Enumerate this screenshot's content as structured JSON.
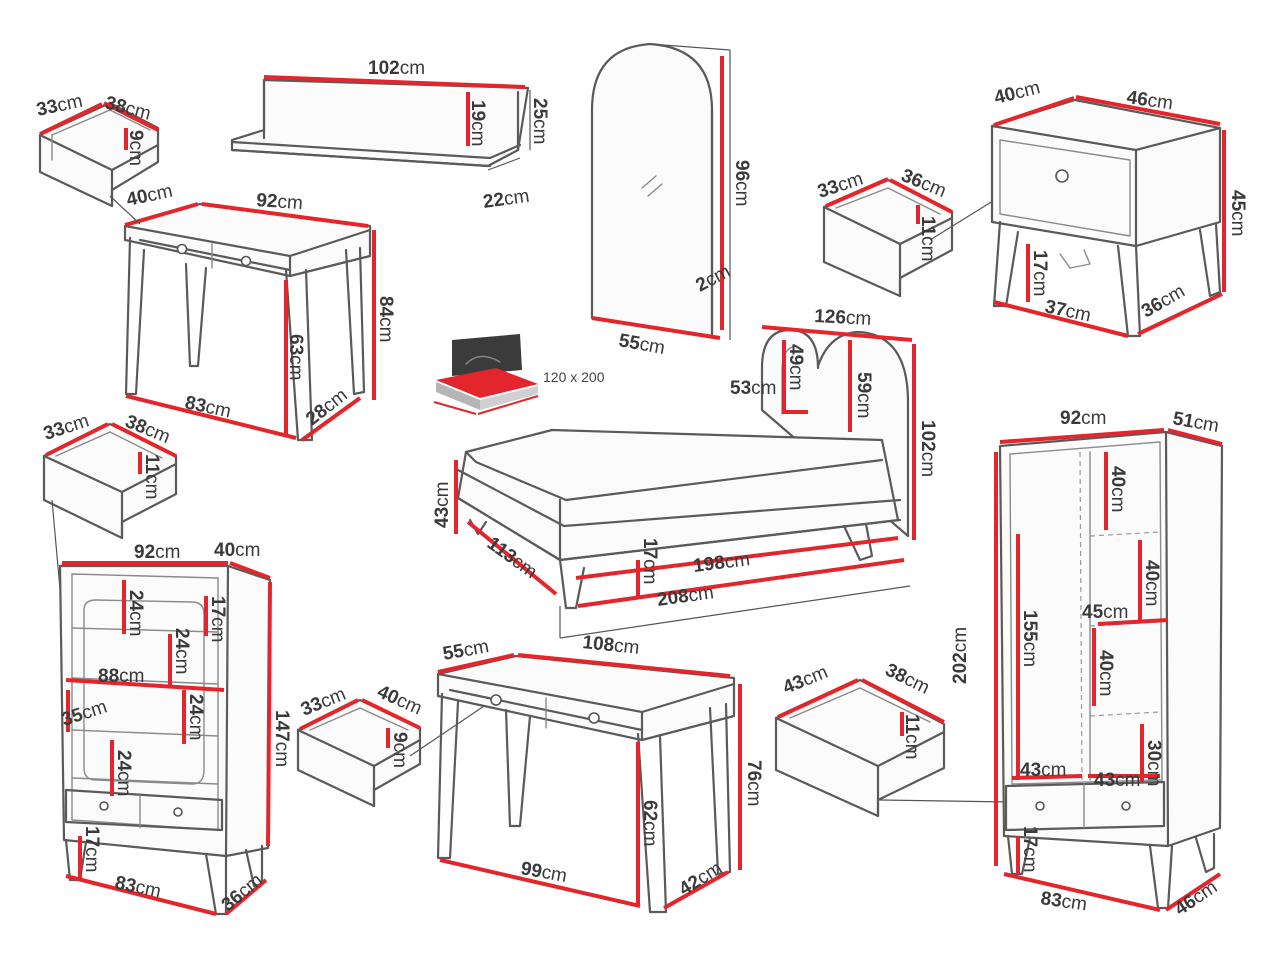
{
  "accent_color": "#e3262b",
  "mattress_size": "120 x 200",
  "labels": {
    "d1a": {
      "n": "33",
      "u": "cm"
    },
    "d1b": {
      "n": "38",
      "u": "cm"
    },
    "d1c": {
      "n": "9",
      "u": "cm"
    },
    "sh_w": {
      "n": "102",
      "u": "cm"
    },
    "sh_in": {
      "n": "19",
      "u": "cm"
    },
    "sh_h": {
      "n": "25",
      "u": "cm"
    },
    "sh_d": {
      "n": "22",
      "u": "cm"
    },
    "mi_h": {
      "n": "96",
      "u": "cm"
    },
    "mi_t": {
      "n": "2",
      "u": "cm"
    },
    "mi_w": {
      "n": "55",
      "u": "cm"
    },
    "d2a": {
      "n": "33",
      "u": "cm"
    },
    "d2b": {
      "n": "36",
      "u": "cm"
    },
    "d2c": {
      "n": "11",
      "u": "cm"
    },
    "ns_d": {
      "n": "40",
      "u": "cm"
    },
    "ns_w": {
      "n": "46",
      "u": "cm"
    },
    "ns_h": {
      "n": "45",
      "u": "cm"
    },
    "ns_leg": {
      "n": "17",
      "u": "cm"
    },
    "ns_bw": {
      "n": "37",
      "u": "cm"
    },
    "ns_bd": {
      "n": "36",
      "u": "cm"
    },
    "ds_d": {
      "n": "40",
      "u": "cm"
    },
    "ds_w": {
      "n": "92",
      "u": "cm"
    },
    "ds_h": {
      "n": "84",
      "u": "cm"
    },
    "ds_leg": {
      "n": "63",
      "u": "cm"
    },
    "ds_bw": {
      "n": "83",
      "u": "cm"
    },
    "ds_bd": {
      "n": "28",
      "u": "cm"
    },
    "bd_hw": {
      "n": "126",
      "u": "cm"
    },
    "bd_h1": {
      "n": "49",
      "u": "cm"
    },
    "bd_h2": {
      "n": "59",
      "u": "cm"
    },
    "bd_hb": {
      "n": "53",
      "u": "cm"
    },
    "bd_h": {
      "n": "102",
      "u": "cm"
    },
    "bd_side": {
      "n": "43",
      "u": "cm"
    },
    "bd_wid": {
      "n": "113",
      "u": "cm"
    },
    "bd_leg": {
      "n": "17",
      "u": "cm"
    },
    "bd_in": {
      "n": "198",
      "u": "cm"
    },
    "bd_len": {
      "n": "208",
      "u": "cm"
    },
    "bd_tot": {
      "n": "108",
      "u": "cm"
    },
    "d3a": {
      "n": "33",
      "u": "cm"
    },
    "d3b": {
      "n": "38",
      "u": "cm"
    },
    "d3c": {
      "n": "11",
      "u": "cm"
    },
    "bc_w": {
      "n": "92",
      "u": "cm"
    },
    "bc_d": {
      "n": "40",
      "u": "cm"
    },
    "bc_s1": {
      "n": "24",
      "u": "cm"
    },
    "bc_s2": {
      "n": "17",
      "u": "cm"
    },
    "bc_s3": {
      "n": "24",
      "u": "cm"
    },
    "bc_in": {
      "n": "88",
      "u": "cm"
    },
    "bc_s4": {
      "n": "35",
      "u": "cm"
    },
    "bc_s5": {
      "n": "24",
      "u": "cm"
    },
    "bc_h": {
      "n": "147",
      "u": "cm"
    },
    "bc_s6": {
      "n": "24",
      "u": "cm"
    },
    "bc_leg": {
      "n": "17",
      "u": "cm"
    },
    "bc_bw": {
      "n": "83",
      "u": "cm"
    },
    "bc_bd": {
      "n": "36",
      "u": "cm"
    },
    "d4a": {
      "n": "33",
      "u": "cm"
    },
    "d4b": {
      "n": "40",
      "u": "cm"
    },
    "d4c": {
      "n": "9",
      "u": "cm"
    },
    "tb_d": {
      "n": "55",
      "u": "cm"
    },
    "tb_w": {
      "n": "108",
      "u": "cm"
    },
    "tb_h": {
      "n": "76",
      "u": "cm"
    },
    "tb_leg": {
      "n": "62",
      "u": "cm"
    },
    "tb_bw": {
      "n": "99",
      "u": "cm"
    },
    "tb_bd": {
      "n": "42",
      "u": "cm"
    },
    "d5a": {
      "n": "43",
      "u": "cm"
    },
    "d5b": {
      "n": "38",
      "u": "cm"
    },
    "d5c": {
      "n": "11",
      "u": "cm"
    },
    "wr_w": {
      "n": "92",
      "u": "cm"
    },
    "wr_d": {
      "n": "51",
      "u": "cm"
    },
    "wr_s1": {
      "n": "40",
      "u": "cm"
    },
    "wr_s2": {
      "n": "40",
      "u": "cm"
    },
    "wr_h": {
      "n": "202",
      "u": "cm"
    },
    "wr_in": {
      "n": "155",
      "u": "cm"
    },
    "wr_sw": {
      "n": "45",
      "u": "cm"
    },
    "wr_s3": {
      "n": "40",
      "u": "cm"
    },
    "wr_s4": {
      "n": "30",
      "u": "cm"
    },
    "wr_dr1": {
      "n": "43",
      "u": "cm"
    },
    "wr_dr2": {
      "n": "43",
      "u": "cm"
    },
    "wr_leg": {
      "n": "17",
      "u": "cm"
    },
    "wr_bw": {
      "n": "83",
      "u": "cm"
    },
    "wr_bd": {
      "n": "46",
      "u": "cm"
    }
  }
}
